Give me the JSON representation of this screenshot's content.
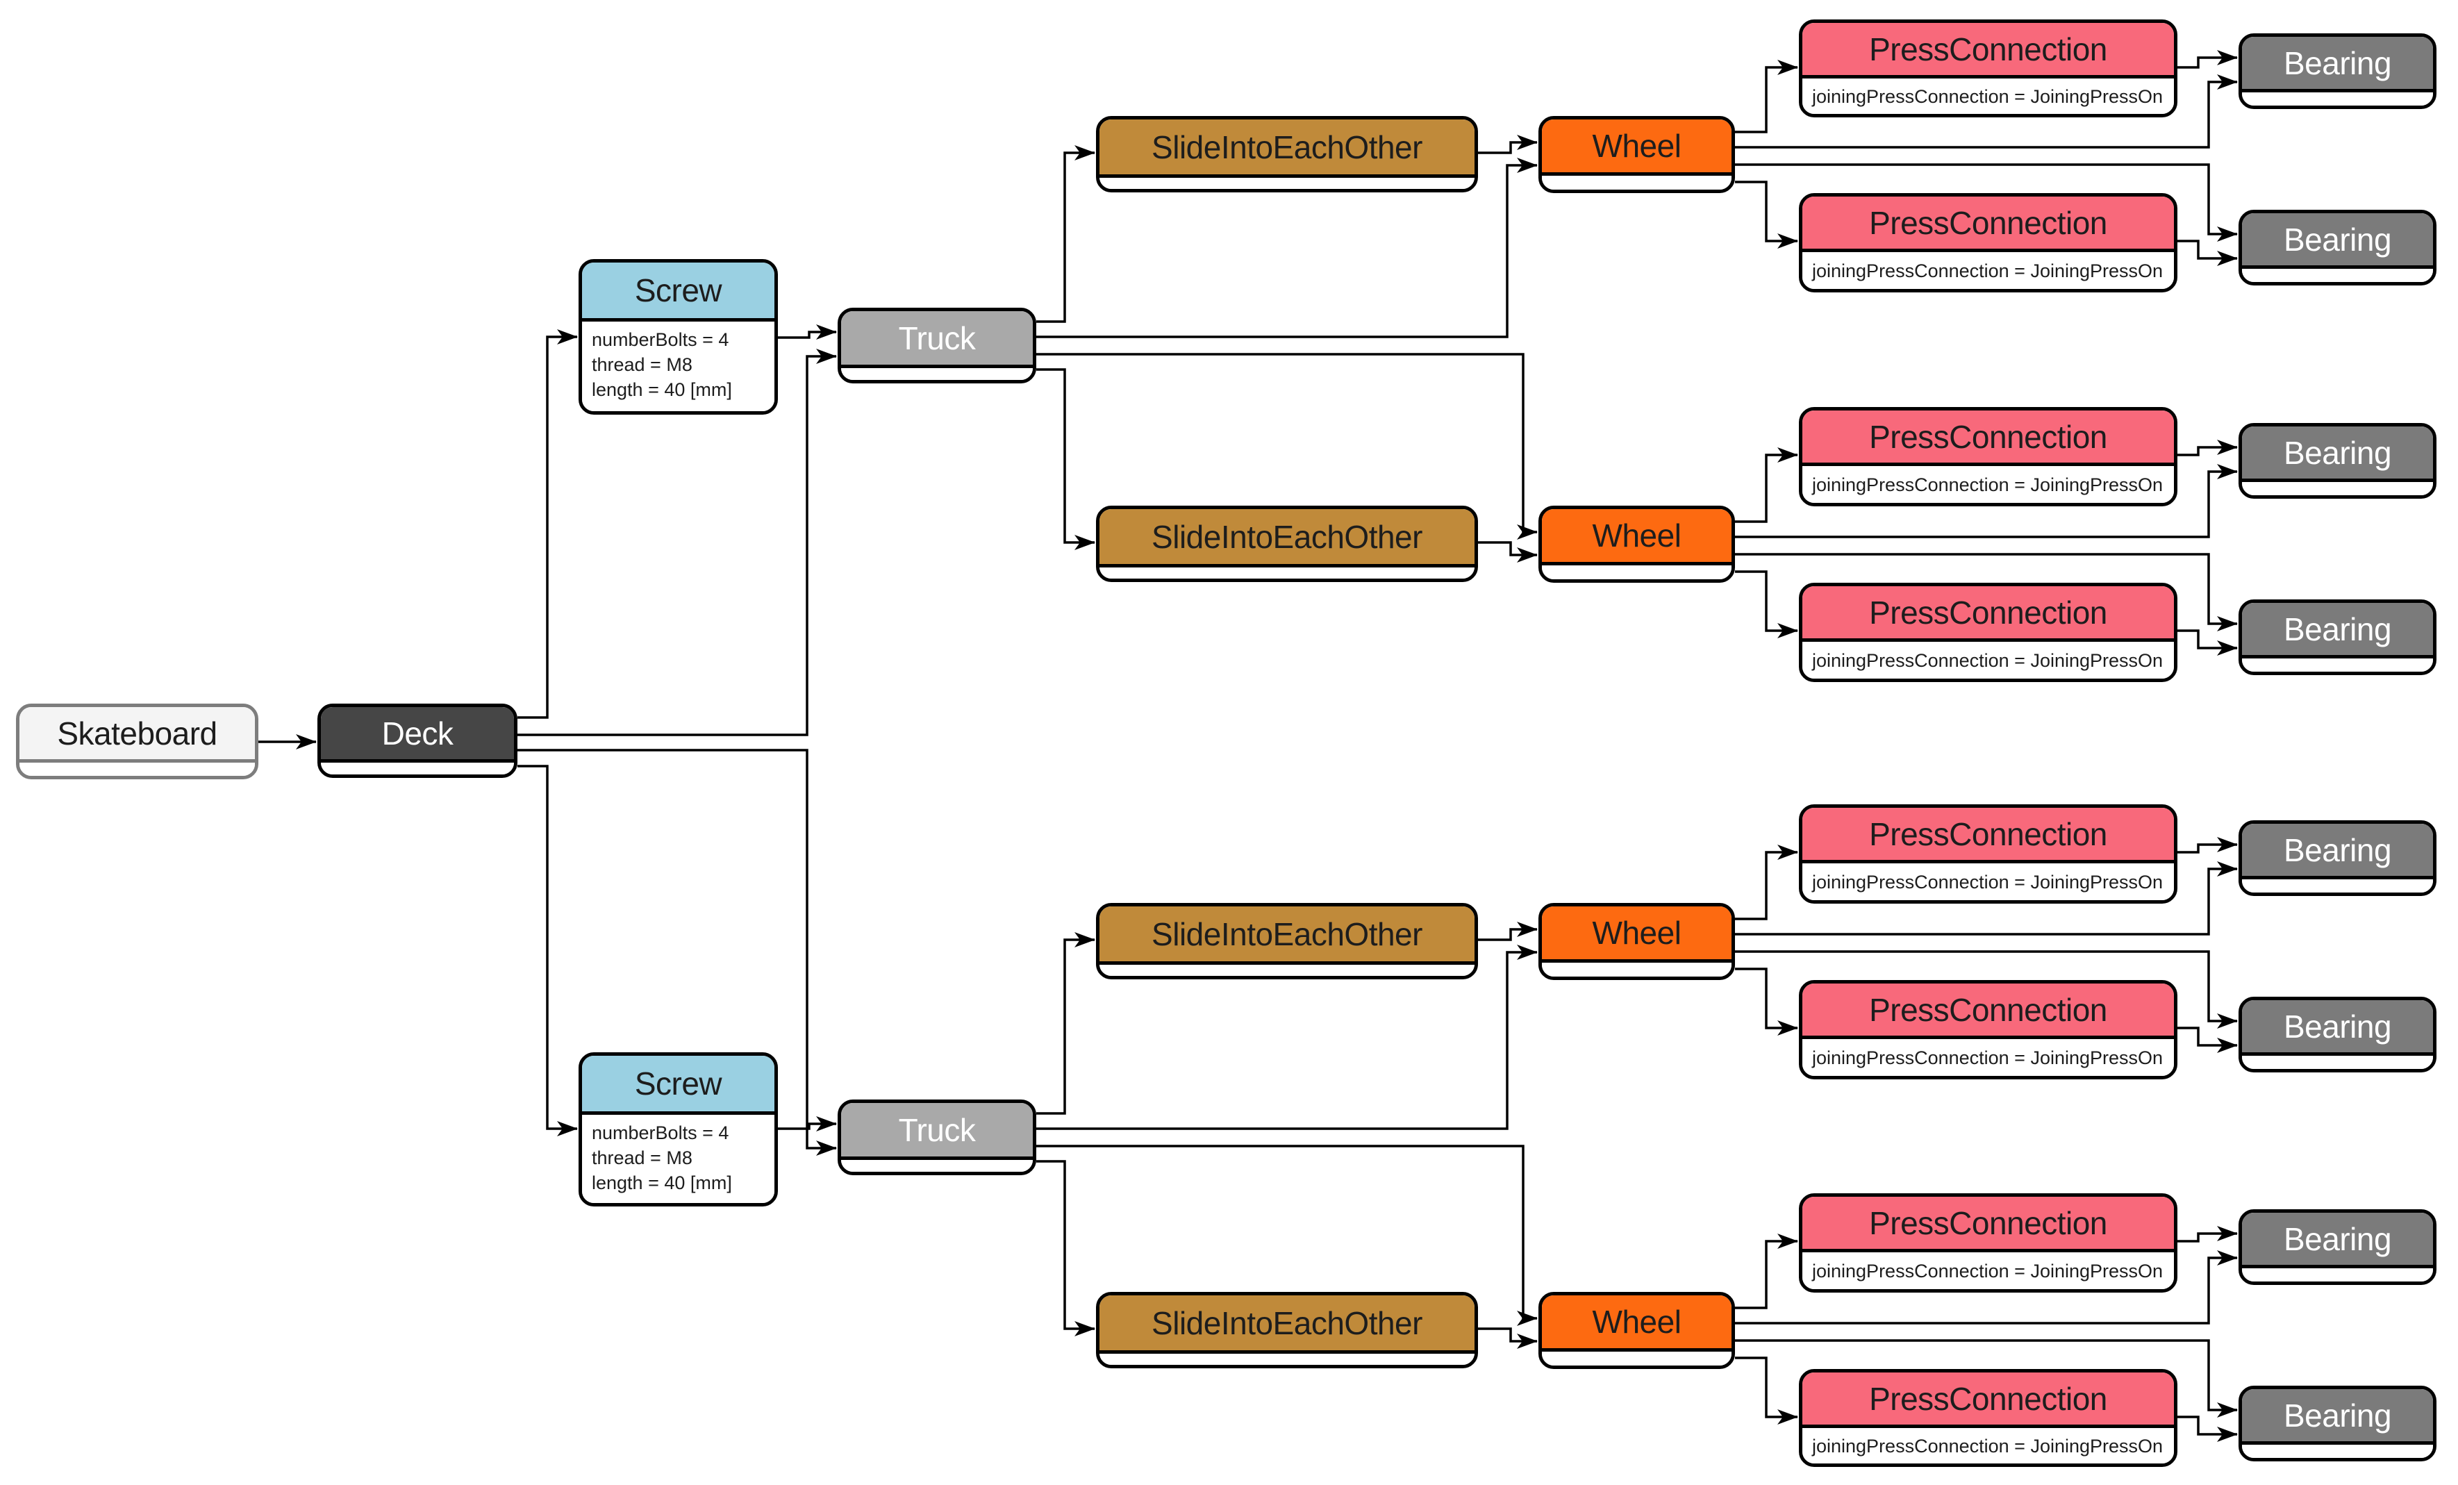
{
  "palette": {
    "background": "#ffffff",
    "edge": "#000000",
    "node_border": "#000000",
    "skateboard_fill": "#f4f4f4",
    "skateboard_border": "#7d7d7d",
    "skateboard_text": "#1d1d1d",
    "deck_fill": "#464646",
    "deck_text": "#ffffff",
    "screw_fill": "#9ad0e2",
    "screw_text": "#1d1d1d",
    "truck_fill": "#a9a9a9",
    "truck_text": "#ffffff",
    "slide_fill": "#c08a3a",
    "slide_text": "#1d1d1d",
    "wheel_fill": "#fd6a11",
    "wheel_text": "#1d1d1d",
    "press_fill": "#f8697b",
    "press_text": "#1d1d1d",
    "bearing_fill": "#7b7b7b",
    "bearing_text": "#ffffff"
  },
  "nodes": [
    {
      "id": "skateboard",
      "type": "skateboard",
      "label": "Skateboard",
      "attributes": []
    },
    {
      "id": "deck",
      "type": "deck",
      "label": "Deck",
      "attributes": []
    },
    {
      "id": "screw1",
      "type": "screw",
      "label": "Screw",
      "attributes": [
        "numberBolts = 4",
        "thread = M8",
        "length = 40 [mm]"
      ]
    },
    {
      "id": "screw2",
      "type": "screw",
      "label": "Screw",
      "attributes": [
        "numberBolts = 4",
        "thread = M8",
        "length = 40 [mm]"
      ]
    },
    {
      "id": "truck1",
      "type": "truck",
      "label": "Truck",
      "attributes": []
    },
    {
      "id": "truck2",
      "type": "truck",
      "label": "Truck",
      "attributes": []
    },
    {
      "id": "sieo1",
      "type": "slide",
      "label": "SlideIntoEachOther",
      "attributes": []
    },
    {
      "id": "sieo2",
      "type": "slide",
      "label": "SlideIntoEachOther",
      "attributes": []
    },
    {
      "id": "sieo3",
      "type": "slide",
      "label": "SlideIntoEachOther",
      "attributes": []
    },
    {
      "id": "sieo4",
      "type": "slide",
      "label": "SlideIntoEachOther",
      "attributes": []
    },
    {
      "id": "wheel1",
      "type": "wheel",
      "label": "Wheel",
      "attributes": []
    },
    {
      "id": "wheel2",
      "type": "wheel",
      "label": "Wheel",
      "attributes": []
    },
    {
      "id": "wheel3",
      "type": "wheel",
      "label": "Wheel",
      "attributes": []
    },
    {
      "id": "wheel4",
      "type": "wheel",
      "label": "Wheel",
      "attributes": []
    },
    {
      "id": "pc1",
      "type": "press",
      "label": "PressConnection",
      "attributes": [
        "joiningPressConnection = JoiningPressOn"
      ]
    },
    {
      "id": "pc2",
      "type": "press",
      "label": "PressConnection",
      "attributes": [
        "joiningPressConnection = JoiningPressOn"
      ]
    },
    {
      "id": "pc3",
      "type": "press",
      "label": "PressConnection",
      "attributes": [
        "joiningPressConnection = JoiningPressOn"
      ]
    },
    {
      "id": "pc4",
      "type": "press",
      "label": "PressConnection",
      "attributes": [
        "joiningPressConnection = JoiningPressOn"
      ]
    },
    {
      "id": "pc5",
      "type": "press",
      "label": "PressConnection",
      "attributes": [
        "joiningPressConnection = JoiningPressOn"
      ]
    },
    {
      "id": "pc6",
      "type": "press",
      "label": "PressConnection",
      "attributes": [
        "joiningPressConnection = JoiningPressOn"
      ]
    },
    {
      "id": "pc7",
      "type": "press",
      "label": "PressConnection",
      "attributes": [
        "joiningPressConnection = JoiningPressOn"
      ]
    },
    {
      "id": "pc8",
      "type": "press",
      "label": "PressConnection",
      "attributes": [
        "joiningPressConnection = JoiningPressOn"
      ]
    },
    {
      "id": "b1",
      "type": "bearing",
      "label": "Bearing",
      "attributes": []
    },
    {
      "id": "b2",
      "type": "bearing",
      "label": "Bearing",
      "attributes": []
    },
    {
      "id": "b3",
      "type": "bearing",
      "label": "Bearing",
      "attributes": []
    },
    {
      "id": "b4",
      "type": "bearing",
      "label": "Bearing",
      "attributes": []
    },
    {
      "id": "b5",
      "type": "bearing",
      "label": "Bearing",
      "attributes": []
    },
    {
      "id": "b6",
      "type": "bearing",
      "label": "Bearing",
      "attributes": []
    },
    {
      "id": "b7",
      "type": "bearing",
      "label": "Bearing",
      "attributes": []
    },
    {
      "id": "b8",
      "type": "bearing",
      "label": "Bearing",
      "attributes": []
    }
  ],
  "edges": [
    {
      "from": "skateboard",
      "to": "deck"
    },
    {
      "from": "deck",
      "to": "screw1"
    },
    {
      "from": "deck",
      "to": "screw2"
    },
    {
      "from": "deck",
      "to": "truck1"
    },
    {
      "from": "deck",
      "to": "truck2"
    },
    {
      "from": "screw1",
      "to": "truck1"
    },
    {
      "from": "screw2",
      "to": "truck2"
    },
    {
      "from": "truck1",
      "to": "sieo1"
    },
    {
      "from": "truck1",
      "to": "sieo2"
    },
    {
      "from": "truck1",
      "to": "wheel1"
    },
    {
      "from": "truck1",
      "to": "wheel2"
    },
    {
      "from": "truck2",
      "to": "sieo3"
    },
    {
      "from": "truck2",
      "to": "sieo4"
    },
    {
      "from": "truck2",
      "to": "wheel3"
    },
    {
      "from": "truck2",
      "to": "wheel4"
    },
    {
      "from": "sieo1",
      "to": "wheel1"
    },
    {
      "from": "sieo2",
      "to": "wheel2"
    },
    {
      "from": "sieo3",
      "to": "wheel3"
    },
    {
      "from": "sieo4",
      "to": "wheel4"
    },
    {
      "from": "wheel1",
      "to": "pc1"
    },
    {
      "from": "wheel1",
      "to": "pc2"
    },
    {
      "from": "wheel2",
      "to": "pc3"
    },
    {
      "from": "wheel2",
      "to": "pc4"
    },
    {
      "from": "wheel3",
      "to": "pc5"
    },
    {
      "from": "wheel3",
      "to": "pc6"
    },
    {
      "from": "wheel4",
      "to": "pc7"
    },
    {
      "from": "wheel4",
      "to": "pc8"
    },
    {
      "from": "wheel1",
      "to": "b1"
    },
    {
      "from": "wheel1",
      "to": "b2"
    },
    {
      "from": "wheel2",
      "to": "b3"
    },
    {
      "from": "wheel2",
      "to": "b4"
    },
    {
      "from": "wheel3",
      "to": "b5"
    },
    {
      "from": "wheel3",
      "to": "b6"
    },
    {
      "from": "wheel4",
      "to": "b7"
    },
    {
      "from": "wheel4",
      "to": "b8"
    },
    {
      "from": "pc1",
      "to": "b1"
    },
    {
      "from": "pc2",
      "to": "b2"
    },
    {
      "from": "pc3",
      "to": "b3"
    },
    {
      "from": "pc4",
      "to": "b4"
    },
    {
      "from": "pc5",
      "to": "b5"
    },
    {
      "from": "pc6",
      "to": "b6"
    },
    {
      "from": "pc7",
      "to": "b7"
    },
    {
      "from": "pc8",
      "to": "b8"
    }
  ]
}
